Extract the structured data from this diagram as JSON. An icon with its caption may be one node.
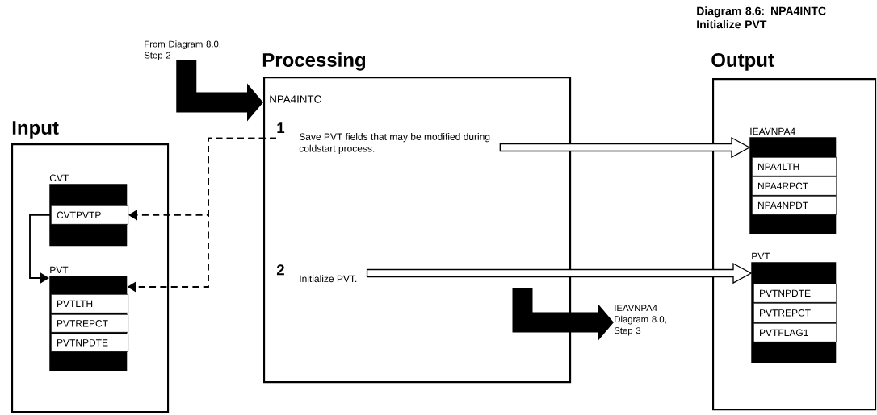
{
  "diagram": {
    "title": "Diagram 8.6: NPA4INTC Initialize PVT",
    "nodes": [
      {
        "text": [
          "Input"
        ]
      },
      {
        "text": [
          "CVT"
        ],
        "in": 0
      },
      {
        "text": [
          "CVTPVTP"
        ],
        "in": 1
      },
      {
        "text": [
          "PVT"
        ],
        "in": 0
      },
      {
        "text": [
          "PVTLTH"
        ],
        "in": 3
      },
      {
        "text": [
          "PVTREPCT"
        ],
        "in": 3
      },
      {
        "text": [
          "PVTNPDTE"
        ],
        "in": 3
      },
      {
        "text": [
          "From Diagram 8.0, Step 2"
        ]
      },
      {
        "text": [
          "Processing",
          "NPA4INTC"
        ]
      },
      {
        "text": [
          "1",
          "Save PVT fields that may be modified during coldstart process."
        ],
        "in": 8
      },
      {
        "text": [
          "2",
          "Initialize PVT."
        ],
        "in": 8
      },
      {
        "text": [
          "IEAVNPA4 Diagram 8.0, Step 3"
        ]
      },
      {
        "text": [
          "Output"
        ]
      },
      {
        "text": [
          "IEAVNPA4"
        ],
        "in": 12
      },
      {
        "text": [
          "NPA4LTH"
        ],
        "in": 13
      },
      {
        "text": [
          "NPA4RPCT"
        ],
        "in": 13
      },
      {
        "text": [
          "NPA4NPDT"
        ],
        "in": 13
      },
      {
        "text": [
          "PVT"
        ],
        "in": 12
      },
      {
        "text": [
          "PVTNPDTE"
        ],
        "in": 17
      },
      {
        "text": [
          "PVTREPCT"
        ],
        "in": 17
      },
      {
        "text": [
          "PVTFLAG1"
        ],
        "in": 17
      }
    ],
    "edges": [
      {
        "from": 7,
        "to": 8,
        "arrow": "to",
        "style": "thick"
      },
      {
        "from": 9,
        "to": 2,
        "arrow": "to",
        "style": "dashed"
      },
      {
        "from": 9,
        "to": 3,
        "arrow": "to",
        "style": "dashed"
      },
      {
        "from": 2,
        "to": 3,
        "arrow": "to"
      },
      {
        "from": 9,
        "to": 13,
        "arrow": "to",
        "style": "thick",
        "color": "#ffffff"
      },
      {
        "from": 10,
        "to": 17,
        "arrow": "to",
        "style": "thick",
        "color": "#ffffff"
      },
      {
        "from": null,
        "to": 11,
        "arrow": "to",
        "style": "thick"
      }
    ]
  }
}
